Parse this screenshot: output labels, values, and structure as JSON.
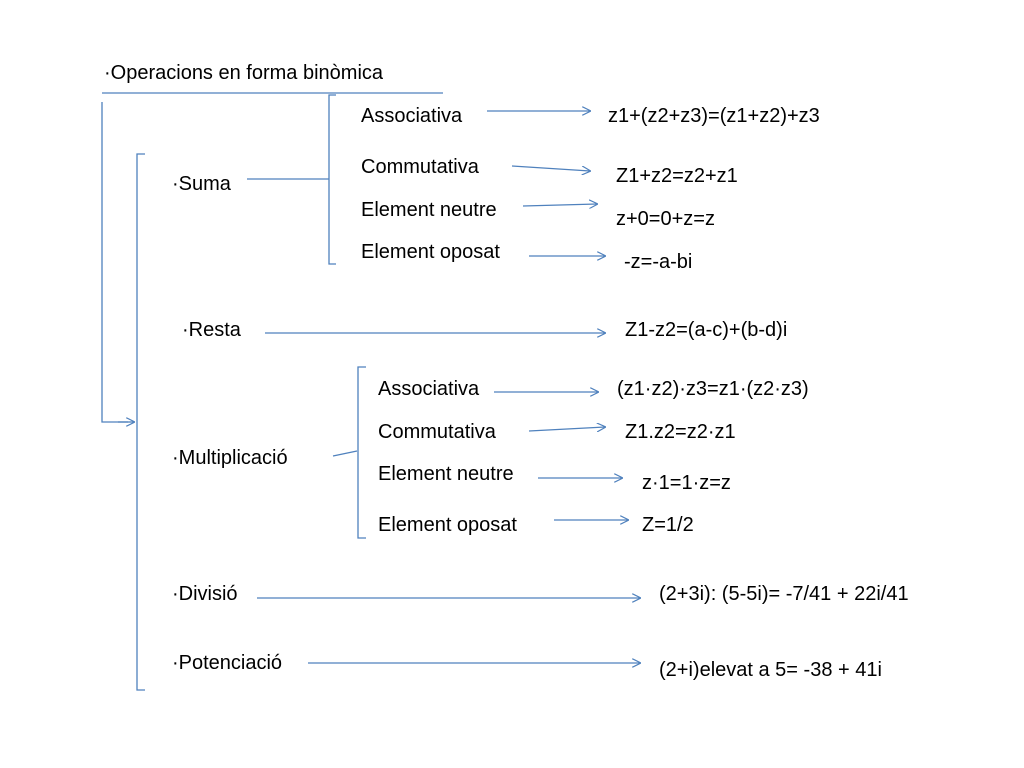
{
  "title": "·Operacions en forma binòmica",
  "line_color": "#4f81bd",
  "suma": {
    "label": "·Suma",
    "properties": [
      {
        "name": "Associativa",
        "formula": "z1+(z2+z3)=(z1+z2)+z3"
      },
      {
        "name": "Commutativa",
        "formula": "Z1+z2=z2+z1"
      },
      {
        "name": "Element neutre",
        "formula": "z+0=0+z=z"
      },
      {
        "name": "Element oposat",
        "formula": "-z=-a-bi"
      }
    ]
  },
  "resta": {
    "label": "·Resta",
    "formula": "Z1-z2=(a-c)+(b-d)i"
  },
  "multiplicacio": {
    "label": "·Multiplicació",
    "properties": [
      {
        "name": "Associativa",
        "formula": "(z1·z2)·z3=z1·(z2·z3)"
      },
      {
        "name": "Commutativa",
        "formula": "Z1.z2=z2·z1"
      },
      {
        "name": "Element neutre",
        "formula": "z·1=1·z=z"
      },
      {
        "name": "Element oposat",
        "formula": "Z=1/2"
      }
    ]
  },
  "divisio": {
    "label": "·Divisió",
    "formula": "(2+3i): (5-5i)= -7/41 + 22i/41"
  },
  "potenciacio": {
    "label": "·Potenciació",
    "formula": "(2+i)elevat a 5= -38 + 41i"
  }
}
